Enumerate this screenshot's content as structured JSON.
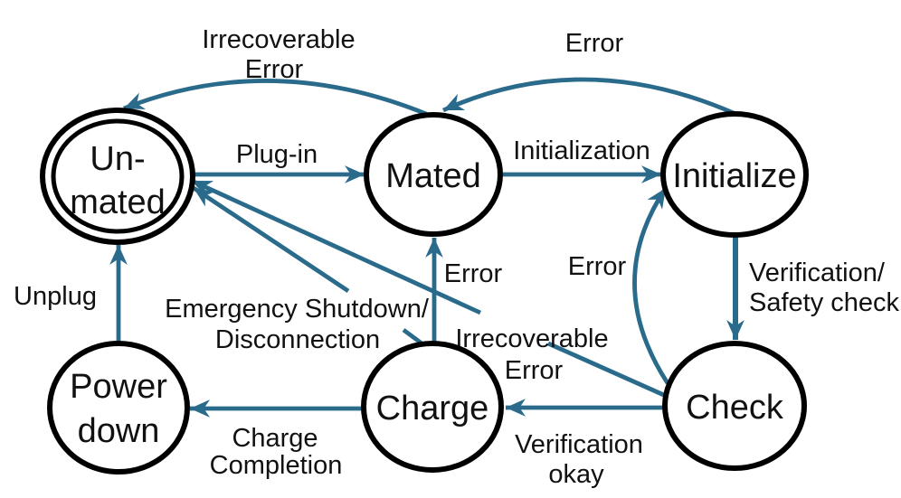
{
  "diagram": {
    "type": "state-machine",
    "background": "#ffffff",
    "arrow_color": "#2A6B8C",
    "node_stroke_color": "#000000",
    "text_color": "#111111",
    "states": {
      "unmated": {
        "label": "Un-mated",
        "line1": "Un-",
        "line2": "mated",
        "initial_double_circle": true
      },
      "mated": {
        "label": "Mated"
      },
      "initialize": {
        "label": "Initialize"
      },
      "check": {
        "label": "Check"
      },
      "charge": {
        "label": "Charge"
      },
      "power_down": {
        "label": "Power down",
        "line1": "Power",
        "line2": "down"
      }
    },
    "transitions": {
      "plug_in": {
        "from": "unmated",
        "to": "mated",
        "label": "Plug-in"
      },
      "initialization": {
        "from": "mated",
        "to": "initialize",
        "label": "Initialization"
      },
      "irrecoverable_error_top": {
        "from": "mated",
        "to": "unmated",
        "line1": "Irrecoverable",
        "line2": "Error"
      },
      "error_top": {
        "from": "initialize",
        "to": "mated",
        "label": "Error"
      },
      "verification_safety": {
        "from": "initialize",
        "to": "check",
        "line1": "Verification/",
        "line2": "Safety check"
      },
      "error_check_initialize": {
        "from": "check",
        "to": "initialize",
        "label": "Error"
      },
      "error_charge_mated": {
        "from": "charge",
        "to": "mated",
        "label": "Error"
      },
      "emergency_shutdown": {
        "from": "charge",
        "to": "unmated",
        "line1": "Emergency Shutdown/",
        "line2": "Disconnection"
      },
      "irrecoverable_error_mid": {
        "from": "check",
        "to": "unmated",
        "line1": "Irrecoverable",
        "line2": "Error"
      },
      "verification_okay": {
        "from": "check",
        "to": "charge",
        "line1": "Verification",
        "line2": "okay"
      },
      "charge_completion": {
        "from": "charge",
        "to": "power_down",
        "line1": "Charge",
        "line2": "Completion"
      },
      "unplug": {
        "from": "power_down",
        "to": "unmated",
        "label": "Unplug"
      }
    }
  }
}
